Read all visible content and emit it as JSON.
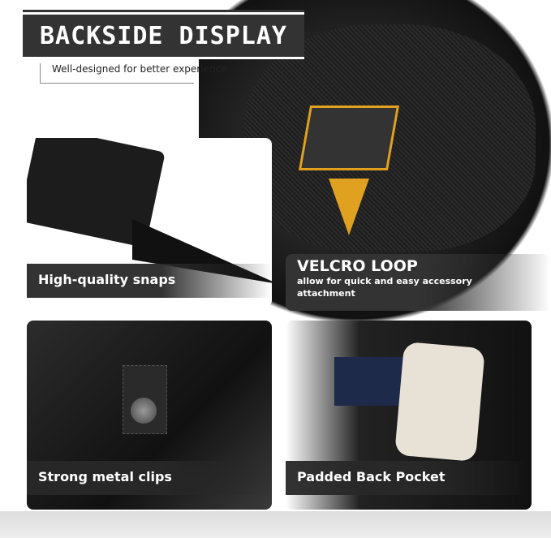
{
  "header": {
    "title": "BACKSIDE DISPLAY",
    "subtitle": "Well-designed for better experience"
  },
  "features": [
    {
      "title": "VELCRO LOOP",
      "description": "allow for quick and easy accessory attachment"
    },
    {
      "title": "High-quality snaps"
    },
    {
      "title": "Strong metal clips"
    },
    {
      "title": "Padded Back Pocket"
    }
  ],
  "colors": {
    "accent": "#e0a020",
    "banner": "#333333"
  }
}
